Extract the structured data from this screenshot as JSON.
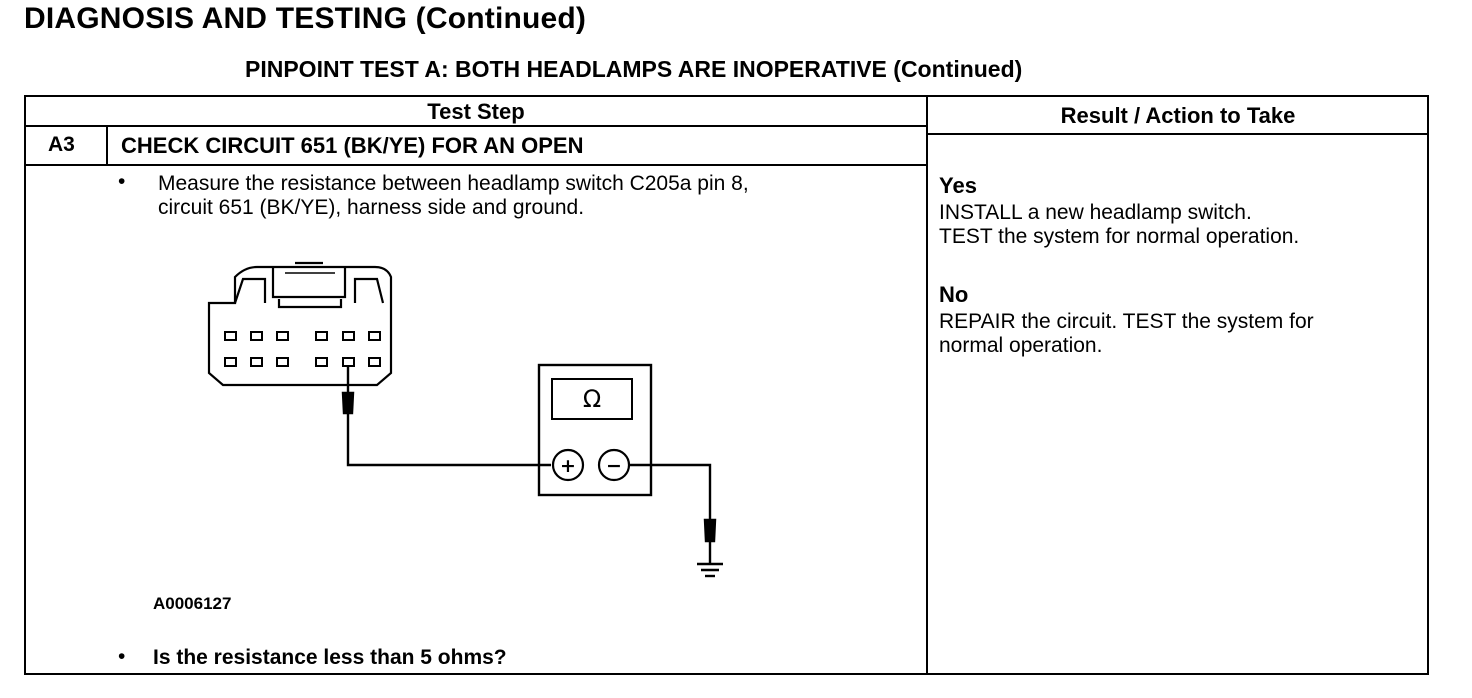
{
  "page": {
    "title": "DIAGNOSIS AND TESTING (Continued)",
    "test_title": "PINPOINT TEST  A: BOTH HEADLAMPS ARE INOPERATIVE (Continued)"
  },
  "table": {
    "col_test_step": "Test Step",
    "col_result": "Result / Action to Take",
    "step": {
      "id": "A3",
      "title": "CHECK CIRCUIT 651 (BK/YE) FOR AN OPEN",
      "bullet_symbol": "•",
      "instruction_line1": "Measure the resistance between headlamp switch C205a pin 8,",
      "instruction_line2": "circuit 651 (BK/YE), harness side and ground.",
      "diagram_id": "A0006127",
      "question": "Is the resistance less than 5 ohms?"
    },
    "results": {
      "yes_label": "Yes",
      "yes_line1": "INSTALL a new headlamp switch.",
      "yes_line2": "TEST the system for normal operation.",
      "no_label": "No",
      "no_line1": "REPAIR the circuit. TEST the system for",
      "no_line2": "normal operation."
    }
  },
  "diagram": {
    "meter_symbol": "Ω",
    "plus_symbol": "+",
    "minus_symbol": "−"
  }
}
